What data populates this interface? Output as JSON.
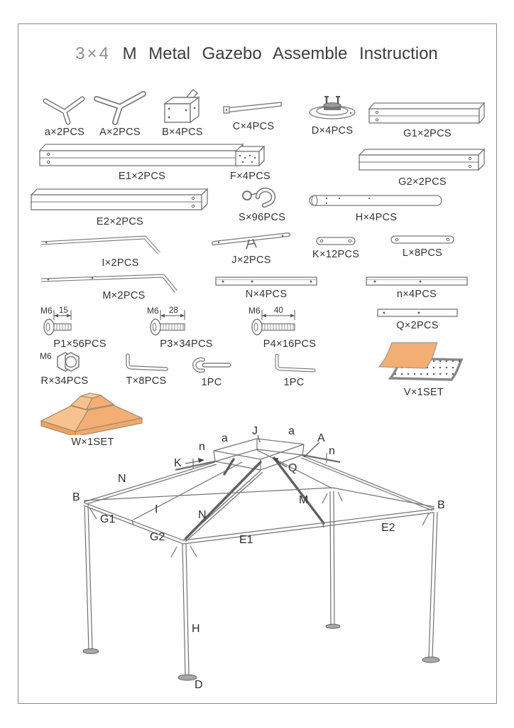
{
  "title": {
    "dim": "3×4",
    "text": "M Metal Gazebo Assemble Instruction"
  },
  "parts": {
    "a_lower": "a×2PCS",
    "A_upper": "A×2PCS",
    "B": "B×4PCS",
    "C": "C×4PCS",
    "D": "D×4PCS",
    "G1": "G1×2PCS",
    "E1": "E1×2PCS",
    "F": "F×4PCS",
    "G2": "G2×2PCS",
    "E2": "E2×2PCS",
    "S": "S×96PCS",
    "H": "H×4PCS",
    "I": "I×2PCS",
    "J": "J×2PCS",
    "K": "K×12PCS",
    "L": "L×8PCS",
    "M": "M×2PCS",
    "N_upper": "N×4PCS",
    "n_lower": "n×4PCS",
    "P1": "P1×56PCS",
    "P3": "P3×34PCS",
    "P4": "P4×16PCS",
    "Q": "Q×2PCS",
    "R": "R×34PCS",
    "T": "T×8PCS",
    "wrench": "1PC",
    "allen": "1PC",
    "V": "V×1SET",
    "W": "W×1SET"
  },
  "bolts": {
    "thread": "M6",
    "p1_len": "15",
    "p3_len": "28",
    "p4_len": "40"
  },
  "diagram": {
    "a_left": "a",
    "J": "J",
    "a_right": "a",
    "A": "A",
    "n_left": "n",
    "n_right": "n",
    "K": "K",
    "Q": "Q",
    "N_rafter": "N",
    "B_left": "B",
    "G1": "G1",
    "I": "I",
    "N_strut": "N",
    "M": "M",
    "B_right": "B",
    "G2": "G2",
    "E1": "E1",
    "E2": "E2",
    "H": "H",
    "D": "D"
  },
  "colors": {
    "canopy_orange": "#F3AE74",
    "canopy_light": "#F7C28E",
    "line_gray": "#717171"
  }
}
